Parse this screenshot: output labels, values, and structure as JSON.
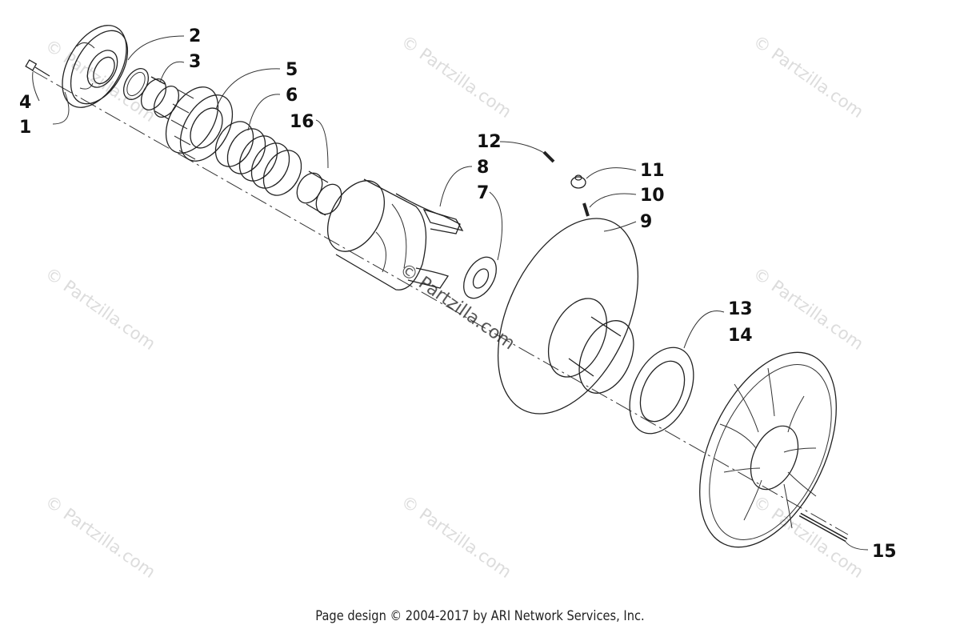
{
  "callouts": {
    "c1": "1",
    "c2": "2",
    "c3": "3",
    "c4": "4",
    "c5": "5",
    "c6": "6",
    "c7": "7",
    "c8": "8",
    "c9": "9",
    "c10": "10",
    "c11": "11",
    "c12": "12",
    "c13": "13",
    "c14": "14",
    "c15": "15",
    "c16": "16"
  },
  "watermark": {
    "small": "© Partzilla.com",
    "center": "© Partzilla.com"
  },
  "footer": "Page design © 2004-2017 by ARI Network Services, Inc."
}
